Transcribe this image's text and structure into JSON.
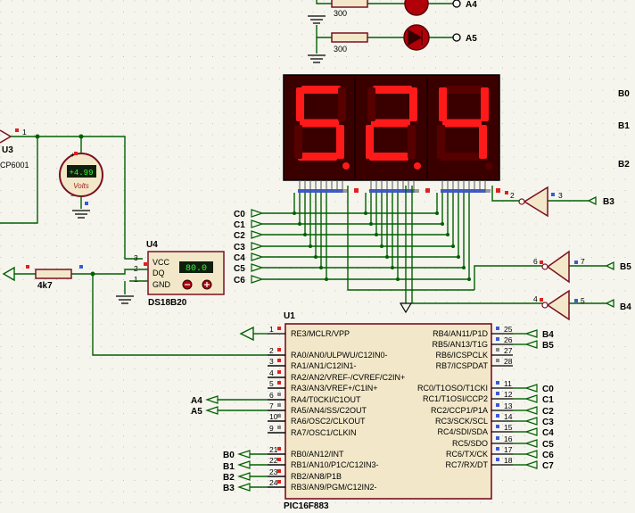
{
  "colors": {
    "background": "#f5f5ee",
    "wire": "#006000",
    "component_fill": "#f2e8c9",
    "component_border": "#7a1020",
    "display_body": "#3a0000",
    "display_on": "#ff1a1a",
    "display_off": "#560000",
    "lcd_bg": "#0f1f0f",
    "lcd_text": "#30ff30"
  },
  "display": {
    "digits": [
      "5",
      "2",
      "4"
    ]
  },
  "resistors": {
    "top1": "300",
    "top2": "300",
    "pullup": "4k7"
  },
  "led_labels": {
    "a4": "A4",
    "a5": "A5"
  },
  "u3": {
    "ref": "U3",
    "part": "CP6001",
    "pin1": "1"
  },
  "voltmeter": {
    "value": "+4.99",
    "unit": "Volts"
  },
  "u4": {
    "ref": "U4",
    "part": "DS18B20",
    "readout": "80.0",
    "pins": [
      {
        "num": "3",
        "name": "VCC"
      },
      {
        "num": "2",
        "name": "DQ"
      },
      {
        "num": "1",
        "name": "GND"
      }
    ]
  },
  "inverters": [
    {
      "in_pin": "3",
      "out_pin": "2",
      "label": "B3"
    },
    {
      "in_pin": "7",
      "out_pin": "6",
      "label": "B5"
    },
    {
      "in_pin": "5",
      "out_pin": "4",
      "label": "B4"
    }
  ],
  "segment_inputs": [
    "C0",
    "C1",
    "C2",
    "C3",
    "C4",
    "C5",
    "C6"
  ],
  "right_edge_labels": [
    "B0",
    "B1",
    "B2"
  ],
  "u1": {
    "ref": "U1",
    "part": "PIC16F883",
    "left_pins": [
      {
        "num": "1",
        "name": "RE3/MCLR/VPP",
        "net": ""
      },
      {
        "num": "2",
        "name": "RA0/AN0/ULPWU/C12IN0-",
        "net": ""
      },
      {
        "num": "3",
        "name": "RA1/AN1/C12IN1-",
        "net": ""
      },
      {
        "num": "4",
        "name": "RA2/AN2/VREF-/CVREF/C2IN+",
        "net": ""
      },
      {
        "num": "5",
        "name": "RA3/AN3/VREF+/C1IN+",
        "net": ""
      },
      {
        "num": "6",
        "name": "RA4/T0CKI/C1OUT",
        "net": "A4"
      },
      {
        "num": "7",
        "name": "RA5/AN4/SS/C2OUT",
        "net": "A5"
      },
      {
        "num": "10",
        "name": "RA6/OSC2/CLKOUT",
        "net": ""
      },
      {
        "num": "9",
        "name": "RA7/OSC1/CLKIN",
        "net": ""
      },
      {
        "num": "21",
        "name": "RB0/AN12/INT",
        "net": "B0"
      },
      {
        "num": "22",
        "name": "RB1/AN10/P1C/C12IN3-",
        "net": "B1"
      },
      {
        "num": "23",
        "name": "RB2/AN8/P1B",
        "net": "B2"
      },
      {
        "num": "24",
        "name": "RB3/AN9/PGM/C12IN2-",
        "net": "B3"
      }
    ],
    "right_pins": [
      {
        "num": "25",
        "name": "RB4/AN11/P1D",
        "net": "B4"
      },
      {
        "num": "26",
        "name": "RB5/AN13/T1G",
        "net": "B5"
      },
      {
        "num": "27",
        "name": "RB6/ICSPCLK",
        "net": ""
      },
      {
        "num": "28",
        "name": "RB7/ICSPDAT",
        "net": ""
      },
      {
        "num": "11",
        "name": "RC0/T1OSO/T1CKI",
        "net": "C0"
      },
      {
        "num": "12",
        "name": "RC1/T1OSI/CCP2",
        "net": "C1"
      },
      {
        "num": "13",
        "name": "RC2/CCP1/P1A",
        "net": "C2"
      },
      {
        "num": "14",
        "name": "RC3/SCK/SCL",
        "net": "C3"
      },
      {
        "num": "15",
        "name": "RC4/SDI/SDA",
        "net": "C4"
      },
      {
        "num": "16",
        "name": "RC5/SDO",
        "net": "C5"
      },
      {
        "num": "17",
        "name": "RC6/TX/CK",
        "net": "C6"
      },
      {
        "num": "18",
        "name": "RC7/RX/DT",
        "net": "C7"
      }
    ]
  }
}
